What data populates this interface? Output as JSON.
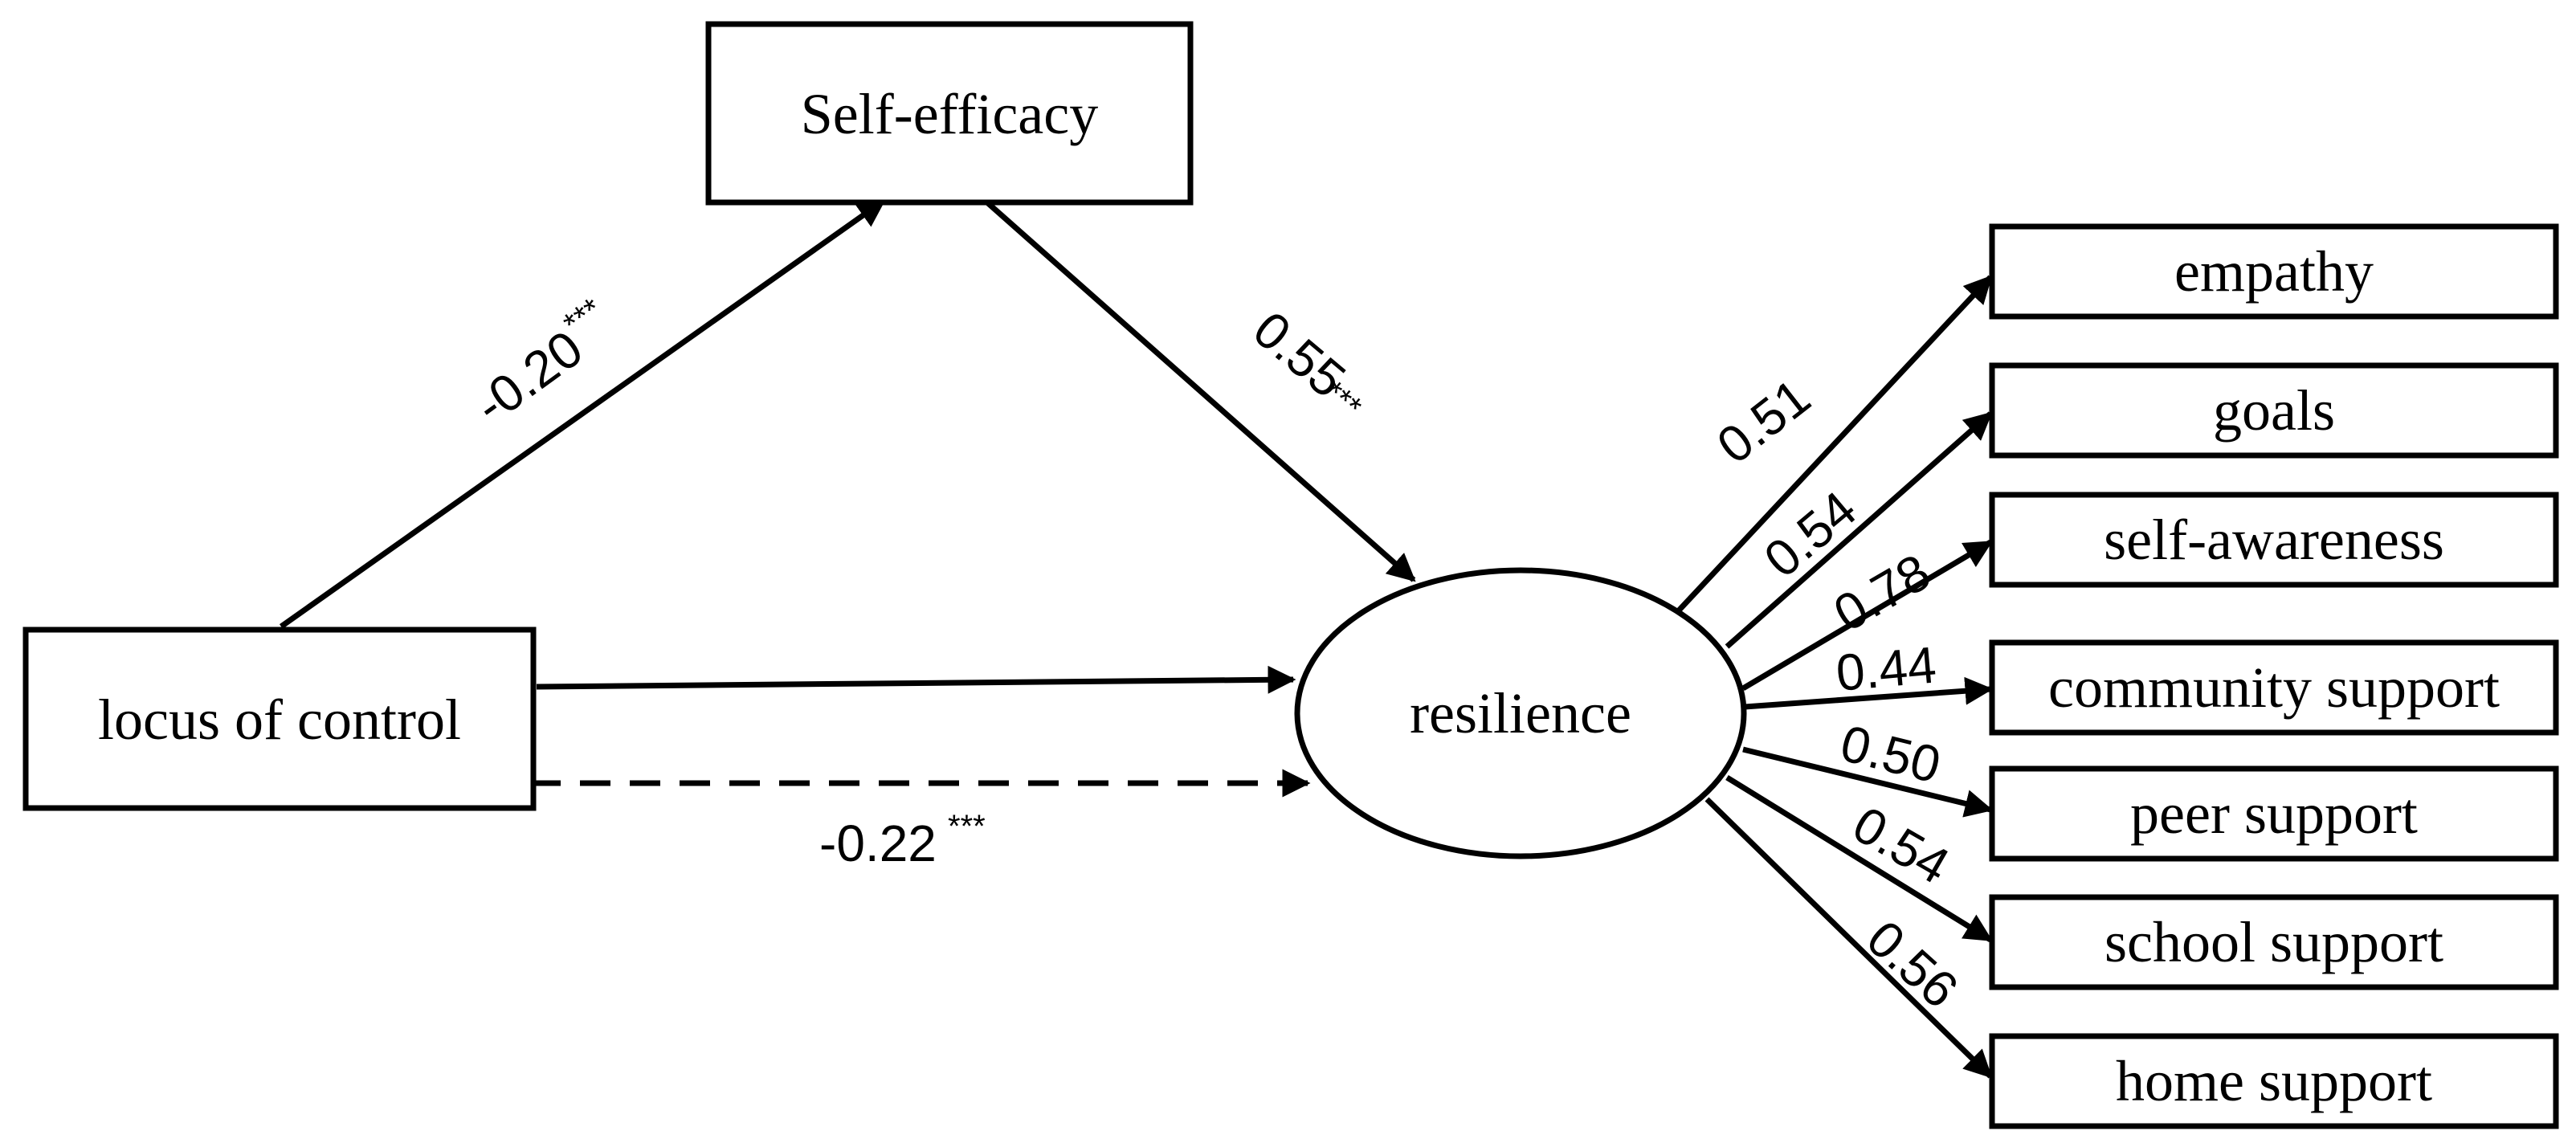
{
  "nodes": {
    "self_efficacy": "Self-efficacy",
    "locus": "locus of control",
    "resilience": "resilience",
    "empathy": "empathy",
    "goals": "goals",
    "self_awareness": "self-awareness",
    "community": "community support",
    "peer": "peer support",
    "school": "school support",
    "home": "home support"
  },
  "paths": {
    "locus_to_efficacy": {
      "value": "-0.20",
      "sig": "***"
    },
    "efficacy_to_resilience": {
      "value": "0.55",
      "sig": "***"
    },
    "locus_to_resilience_indirect": {
      "value": "-0.22",
      "sig": "***"
    }
  },
  "loadings": {
    "empathy": "0.51",
    "goals": "0.54",
    "self_awareness": "0.78",
    "community": "0.44",
    "peer": "0.50",
    "school": "0.54",
    "home": "0.56"
  }
}
